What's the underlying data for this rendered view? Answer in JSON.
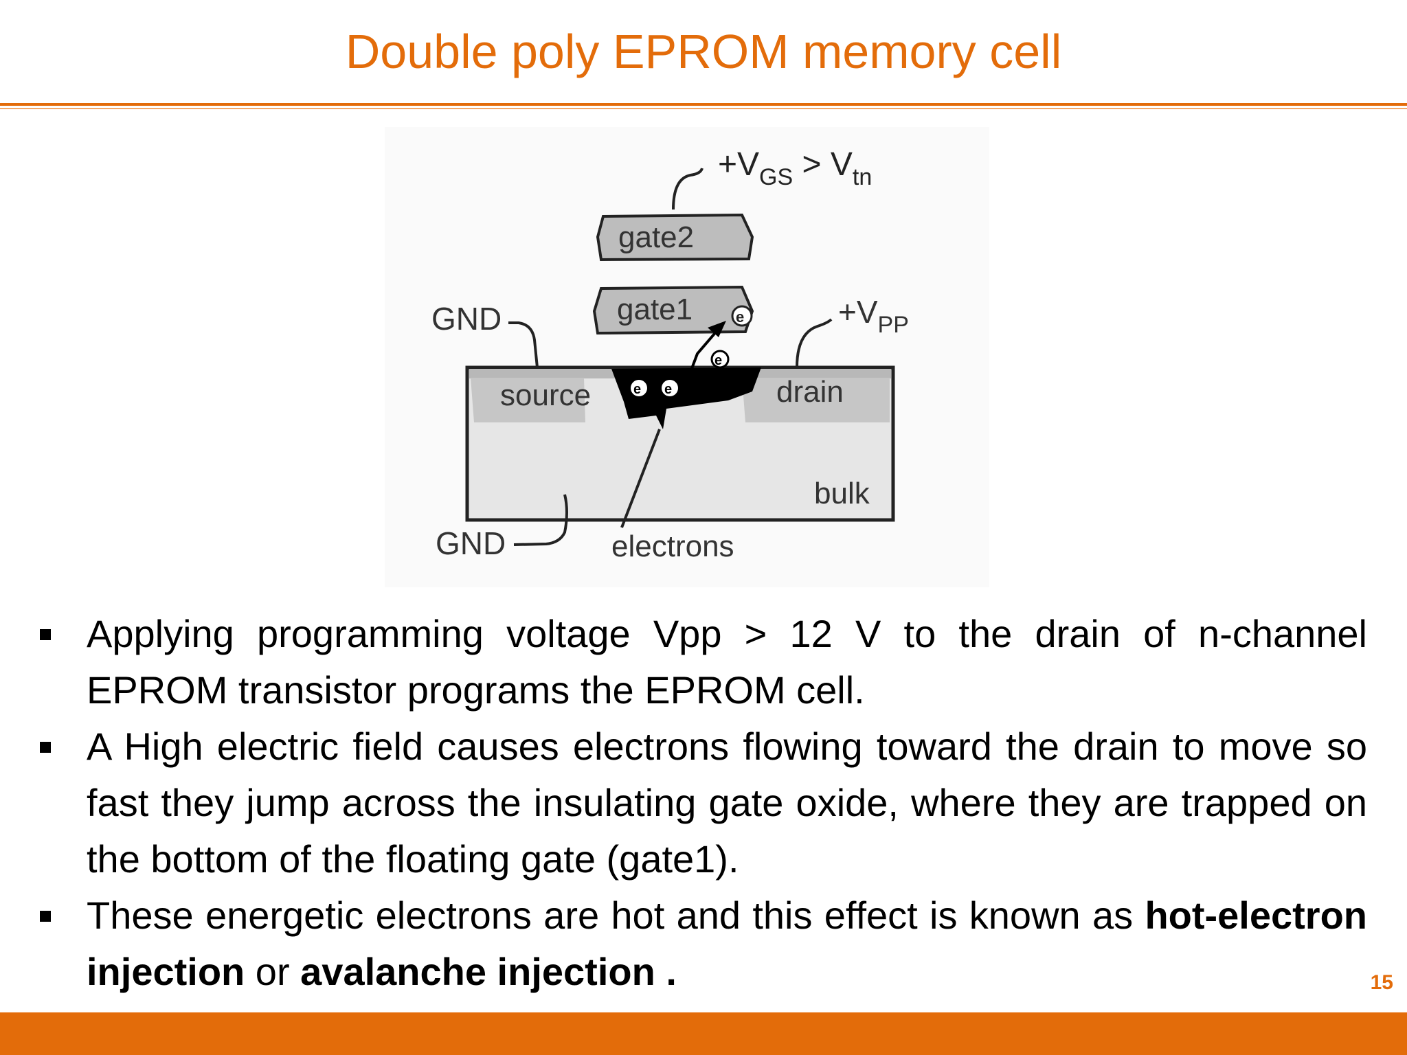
{
  "slide": {
    "title": "Double poly EPROM memory cell",
    "page_number": "15",
    "accent_color": "#e36c0a"
  },
  "diagram": {
    "labels": {
      "vgs_condition": "+VGS > Vtn",
      "gate2": "gate2",
      "gate1": "gate1",
      "gnd_source": "GND",
      "vpp": "+VPP",
      "source": "source",
      "drain": "drain",
      "bulk": "bulk",
      "gnd_bulk": "GND",
      "electrons": "electrons",
      "electron_symbol": "e"
    },
    "vgs_parts": {
      "prefix": "+V",
      "sub1": "GS",
      "middle": " > V",
      "sub2": "tn"
    },
    "vpp_parts": {
      "prefix": "+V",
      "sub": "PP"
    }
  },
  "bullets": [
    {
      "text": "Applying programming voltage Vpp > 12 V to the drain of n-channel EPROM transistor  programs the EPROM cell."
    },
    {
      "text": "A High electric field  causes electrons flowing toward the drain to move so fast they jump across the insulating gate oxide, where they are trapped on the bottom of the floating gate (gate1)."
    },
    {
      "prefix": "These energetic electrons are hot and this effect is known as ",
      "bold1": "hot-electron injection",
      "middle": " or ",
      "bold2": "avalanche injection ."
    }
  ]
}
